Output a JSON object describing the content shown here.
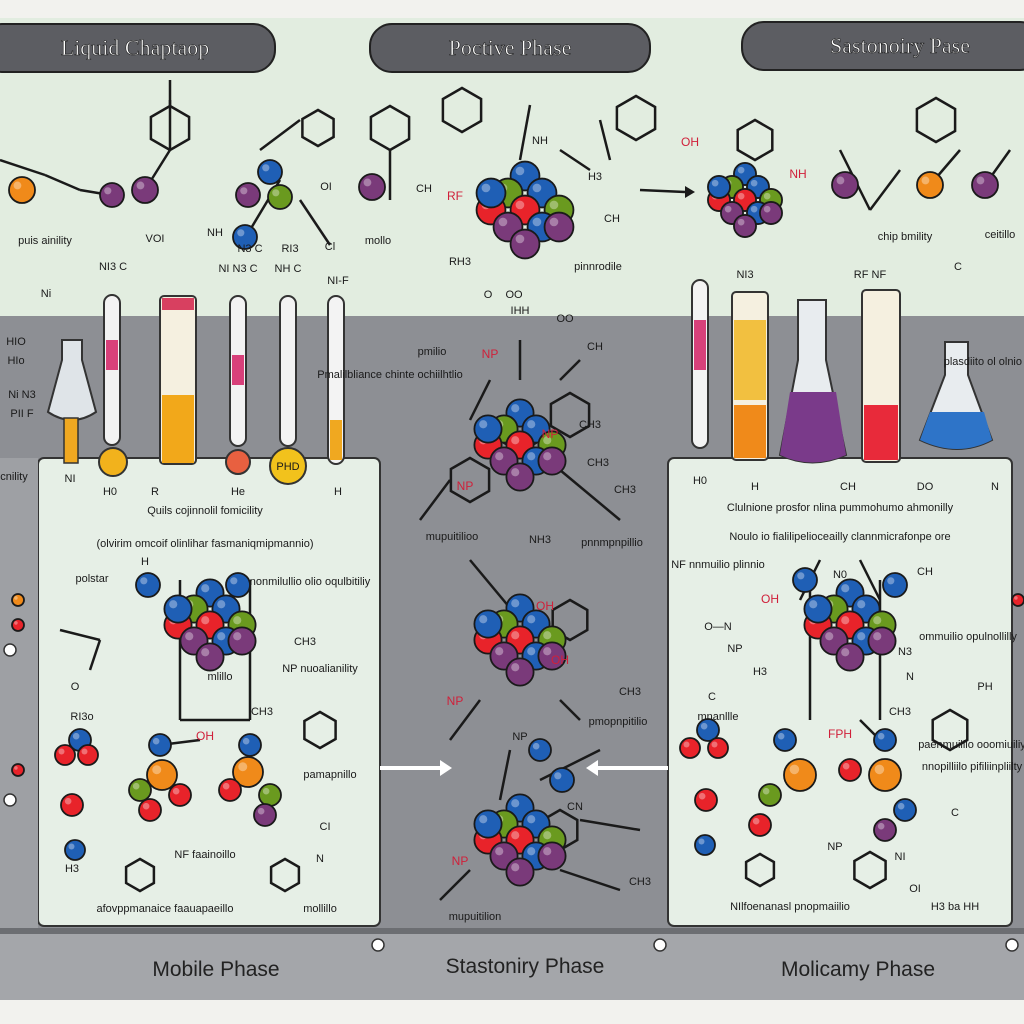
{
  "headers": [
    "Liquid Chaptaop",
    "Poctive Phase",
    "Sastonoiry Pase"
  ],
  "footers": [
    "Mobile Phase",
    "Stastoniry Phase",
    "Molicamy Phase"
  ],
  "colors": {
    "top_band": "#e2ede0",
    "gray_band": "#8d8f94",
    "panel": "#e6efe6",
    "header_pill": "#5c5d62",
    "atoms": [
      "#e8232a",
      "#1f5fb5",
      "#6a9a1f",
      "#7a3a7a",
      "#f08a1a"
    ]
  },
  "top_labels": [
    "puis ainility",
    "VOI",
    "NH",
    "OI",
    "CH",
    "mollo",
    "RH3",
    "IHH",
    "pinnrodile",
    "NH",
    "H3",
    "RF",
    "OH",
    "NH",
    "chip bmility",
    "ceitillo",
    "CH",
    "Cl",
    "Ni",
    "OO"
  ],
  "tube_labels": [
    "NI3 C",
    "NI N3 C",
    "NH C",
    "NI-F",
    "RI3",
    "N3 C",
    "NI3",
    "RF NF",
    "C",
    "HIO",
    "Ni N3"
  ],
  "tube_bottom_labels": [
    "NI",
    "H0",
    "R",
    "He",
    "PHD",
    "H",
    "H0",
    "H",
    "CH",
    "DO",
    "N"
  ],
  "left_panel": {
    "title": "Quils cojinnolil fomicility",
    "subtitle": "(olvirim omcoif olinlihar fasmaniqmipmannio)",
    "labels": [
      "polstar",
      "H",
      "nonmilullio olio oqulbitiliy",
      "CH3",
      "NP nuoalianility",
      "O",
      "mlillo",
      "CH3",
      "RI3o",
      "OH",
      "pamapnillo",
      "NF faainoillo",
      "CI",
      "H3",
      "afovppmanaice faauapaeillo",
      "mollillo",
      "N"
    ]
  },
  "middle": {
    "labels": [
      "O",
      "OO",
      "pmilio",
      "NP",
      "CH",
      "NP",
      "Pmalilbliance chinte ochiilhtlio",
      "OH",
      "CH3",
      "CH3",
      "NP",
      "CH3",
      "mupuitilioo",
      "NH3",
      "pnnmpnpillio",
      "OH",
      "NP",
      "CH3",
      "pmopnpitilio",
      "CN",
      "NP",
      "CH3",
      "NP",
      "mupuitilion"
    ]
  },
  "right_panel": {
    "title": "Clulnione prosfor nlina pummohumo ahmonilly",
    "subtitle": "Noulo io fialilipelioceailly clannmicrafonpe ore",
    "labels": [
      "NF nnmuilio plinnio",
      "CH",
      "N0",
      "OH",
      "O—N",
      "NP",
      "N3",
      "H3",
      "C",
      "N",
      "mnanllle",
      "CH3",
      "FPH",
      "paenmuililo ooomiuiliy",
      "ommuilio opulnollilly",
      "PH",
      "nnopilliilo pifiliinpliilty",
      "C",
      "NI",
      "NP",
      "OI",
      "H3 ba HH",
      "NIlfoenanasl pnopmaiilio"
    ]
  },
  "side_labels": [
    "HIo",
    "PII F",
    "cnility",
    "plasdiito ol olnio"
  ]
}
